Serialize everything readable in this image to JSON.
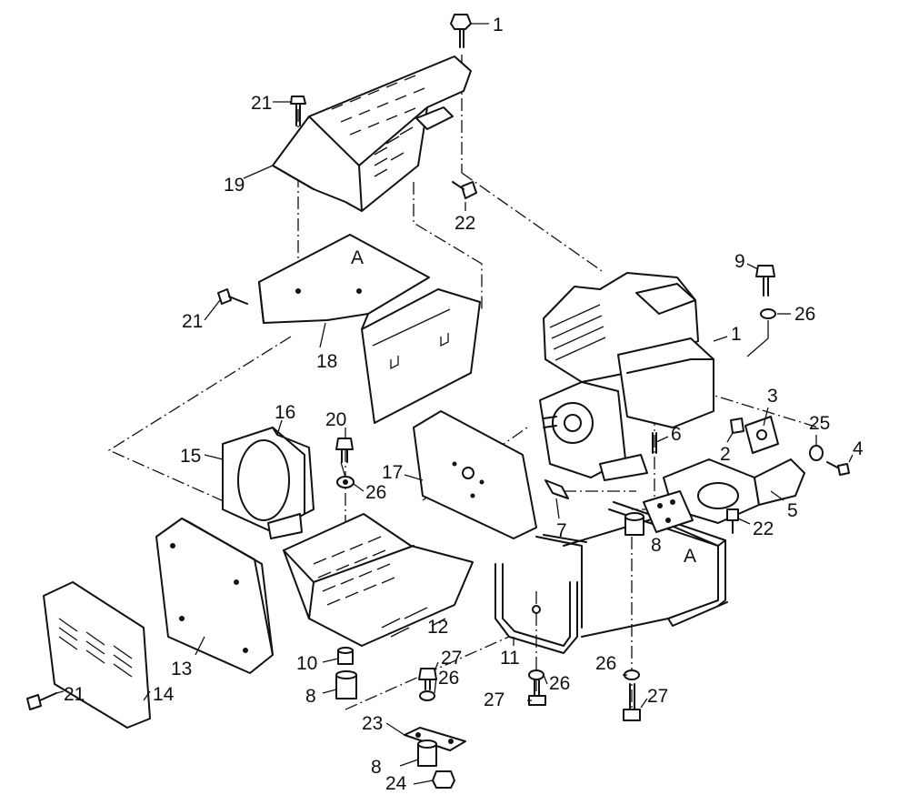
{
  "callouts": [
    {
      "id": "c1a",
      "label": "1"
    },
    {
      "id": "c21a",
      "label": "21"
    },
    {
      "id": "c19",
      "label": "19"
    },
    {
      "id": "c22a",
      "label": "22"
    },
    {
      "id": "cA1",
      "label": "A"
    },
    {
      "id": "c21b",
      "label": "21"
    },
    {
      "id": "c18",
      "label": "18"
    },
    {
      "id": "c9",
      "label": "9"
    },
    {
      "id": "c26a",
      "label": "26"
    },
    {
      "id": "c1b",
      "label": "1"
    },
    {
      "id": "c3",
      "label": "3"
    },
    {
      "id": "c25",
      "label": "25"
    },
    {
      "id": "c4",
      "label": "4"
    },
    {
      "id": "c2",
      "label": "2"
    },
    {
      "id": "c6",
      "label": "6"
    },
    {
      "id": "c5",
      "label": "5"
    },
    {
      "id": "c22b",
      "label": "22"
    },
    {
      "id": "cA2",
      "label": "A"
    },
    {
      "id": "c8a",
      "label": "8"
    },
    {
      "id": "c7",
      "label": "7"
    },
    {
      "id": "c16",
      "label": "16"
    },
    {
      "id": "c15",
      "label": "15"
    },
    {
      "id": "c20",
      "label": "20"
    },
    {
      "id": "c26b",
      "label": "26"
    },
    {
      "id": "c17",
      "label": "17"
    },
    {
      "id": "c13",
      "label": "13"
    },
    {
      "id": "c12",
      "label": "12"
    },
    {
      "id": "c11",
      "label": "11"
    },
    {
      "id": "c10",
      "label": "10"
    },
    {
      "id": "c8b",
      "label": "8"
    },
    {
      "id": "c21c",
      "label": "21"
    },
    {
      "id": "c14",
      "label": "14"
    },
    {
      "id": "c27a",
      "label": "27"
    },
    {
      "id": "c26c",
      "label": "26"
    },
    {
      "id": "c26d",
      "label": "26"
    },
    {
      "id": "c27b",
      "label": "27"
    },
    {
      "id": "c26e",
      "label": "26"
    },
    {
      "id": "c27c",
      "label": "27"
    },
    {
      "id": "c23",
      "label": "23"
    },
    {
      "id": "c8c",
      "label": "8"
    },
    {
      "id": "c24",
      "label": "24"
    }
  ]
}
